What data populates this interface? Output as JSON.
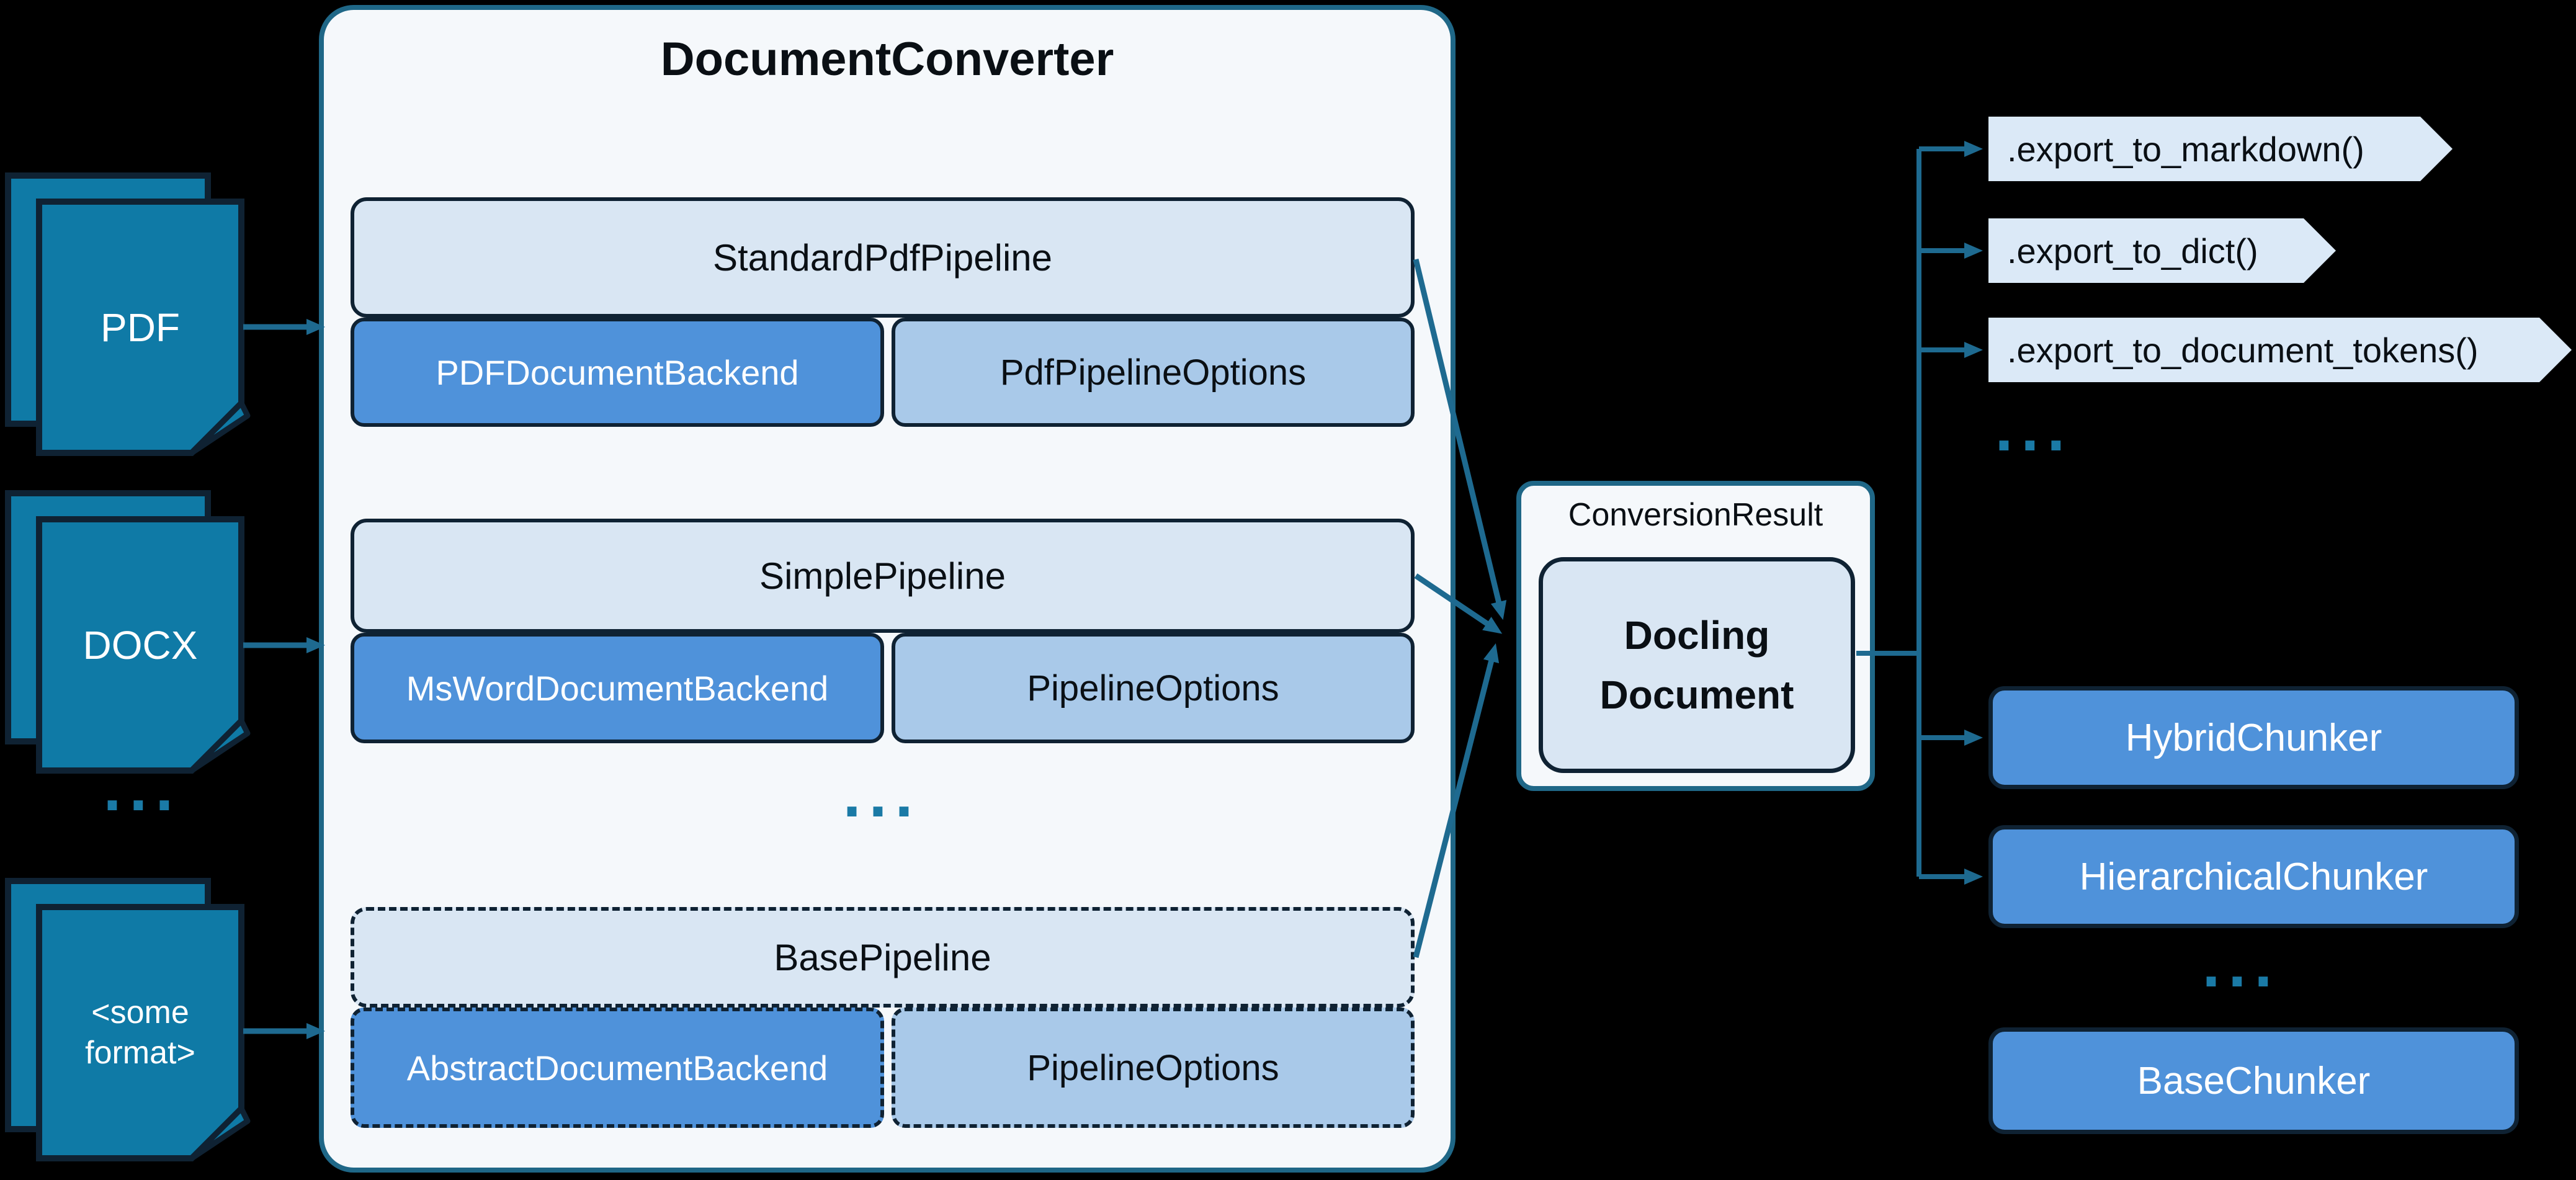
{
  "colors": {
    "background": "#000000",
    "container_fill": "#f5f8fb",
    "container_border_teal": "#1f6787",
    "dark_navy_border": "#0f2233",
    "pipeline_light_blue": "#d9e6f3",
    "backend_blue": "#4f92da",
    "options_blue": "#a9c9e9",
    "chunker_blue": "#4f92da",
    "document_teal": "#0f7aa6",
    "arrow_teal": "#1e6a90",
    "ellipsis_teal": "#1a7aa6",
    "chevron_light_blue": "#dbe9f7"
  },
  "inputs": {
    "pdf": {
      "label": "PDF"
    },
    "docx": {
      "label": "DOCX"
    },
    "ellipsis": "...",
    "some_format": {
      "line1": "<some",
      "line2": "format>"
    }
  },
  "converter": {
    "title": "DocumentConverter",
    "ellipsis": "...",
    "pipelines": [
      {
        "name": "StandardPdfPipeline",
        "backend": "PDFDocumentBackend",
        "options": "PdfPipelineOptions"
      },
      {
        "name": "SimplePipeline",
        "backend": "MsWordDocumentBackend",
        "options": "PipelineOptions"
      },
      {
        "name": "BasePipeline",
        "backend": "AbstractDocumentBackend",
        "options": "PipelineOptions"
      }
    ]
  },
  "conversion_result": {
    "label": "ConversionResult",
    "document": {
      "line1": "Docling",
      "line2": "Document"
    }
  },
  "exports": {
    "methods": [
      ".export_to_markdown()",
      ".export_to_dict()",
      ".export_to_document_tokens()"
    ],
    "ellipsis": "..."
  },
  "chunkers": {
    "items": [
      "HybridChunker",
      "HierarchicalChunker"
    ],
    "ellipsis": "...",
    "base": "BaseChunker"
  }
}
